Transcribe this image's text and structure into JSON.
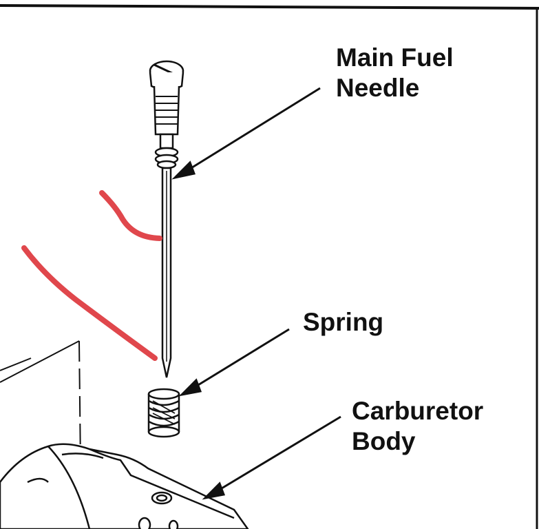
{
  "labels": {
    "main_fuel_needle": {
      "line1": "Main Fuel",
      "line2": "Needle"
    },
    "spring": {
      "line1": "Spring"
    },
    "carburetor_body": {
      "line1": "Carburetor",
      "line2": "Body"
    }
  },
  "colors": {
    "ink": "#111111",
    "paper": "#ffffff",
    "annotation_marker": "#e0474c"
  },
  "icons": [
    "main-fuel-needle-icon",
    "spring-icon",
    "carburetor-body-icon",
    "leader-arrow-icon"
  ]
}
